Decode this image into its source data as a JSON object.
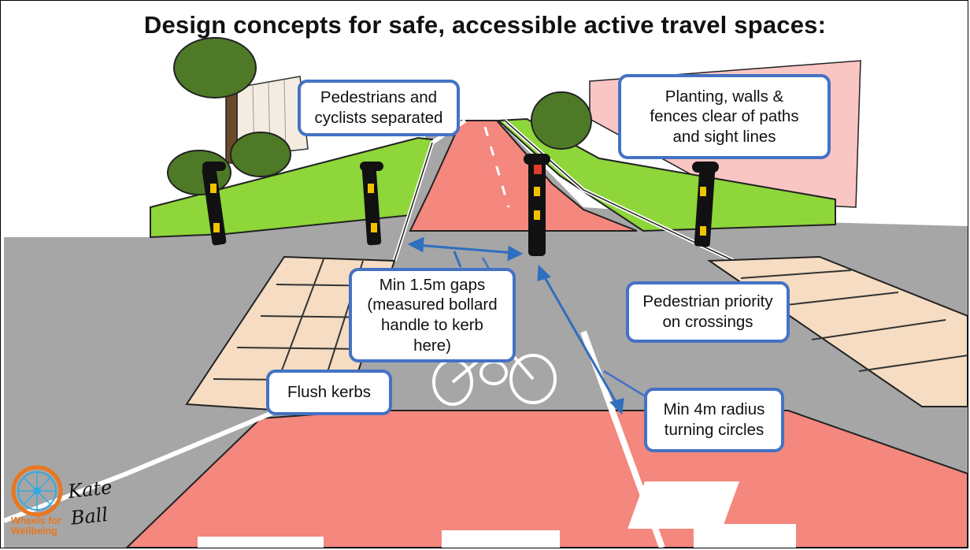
{
  "title": "Design concepts for safe, accessible active travel spaces:",
  "callouts": {
    "separated": "Pedestrians and\ncyclists separated",
    "planting": "Planting, walls &\nfences clear of paths\nand sight lines",
    "gaps": "Min 1.5m gaps\n(measured bollard\nhandle to kerb\nhere)",
    "priority": "Pedestrian priority\non crossings",
    "kerbs": "Flush kerbs",
    "radius": "Min 4m radius\nturning circles"
  },
  "logo": {
    "text": "Wheels for\nWellbeing",
    "signature": "Kate\nBall"
  },
  "colors": {
    "callout_border": "#4472c4",
    "cycle_track": "#f4877e",
    "road": "#a6a6a6",
    "grass": "#8ed63a",
    "tactile_paving": "#f5dcc2",
    "wall_pink": "#f9c6c4",
    "dimension_arrow": "#2e6fbf",
    "logo_orange": "#e87722",
    "logo_blue": "#36a9e1"
  },
  "icons": [
    "bollard-icon",
    "tree-icon",
    "bicycle-marking-icon",
    "wheel-logo-icon"
  ]
}
